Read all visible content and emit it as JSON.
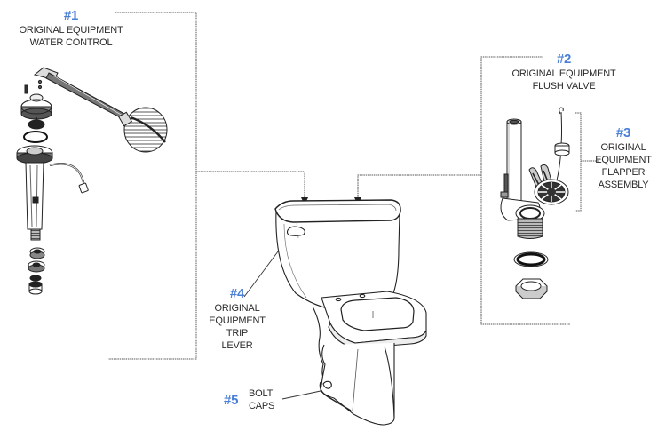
{
  "diagram": {
    "type": "exploded parts diagram",
    "subject": "toilet replacement parts",
    "accent_color": "#4a7fd6",
    "text_color": "#2b2b2b",
    "line_color": "#333333"
  },
  "callouts": [
    {
      "id": "1",
      "number": "#1",
      "lines": [
        "ORIGINAL EQUIPMENT",
        "WATER CONTROL"
      ],
      "points_to": "tank"
    },
    {
      "id": "2",
      "number": "#2",
      "lines": [
        "ORIGINAL EQUIPMENT",
        "FLUSH VALVE"
      ],
      "points_to": "tank"
    },
    {
      "id": "3",
      "number": "#3",
      "lines": [
        "ORIGINAL",
        "EQUIPMENT",
        "FLAPPER",
        "ASSEMBLY"
      ],
      "points_to": "flapper"
    },
    {
      "id": "4",
      "number": "#4",
      "lines": [
        "ORIGINAL",
        "EQUIPMENT",
        "TRIP",
        "LEVER"
      ],
      "points_to": "trip-lever"
    },
    {
      "id": "5",
      "number": "#5",
      "lines": [
        "BOLT",
        "CAPS"
      ],
      "points_to": "base-bolt"
    }
  ],
  "components": [
    "water-control-fill-valve",
    "float-ball-arm",
    "flush-valve-overflow-tube",
    "flapper",
    "spud-washer",
    "spud-nut",
    "toilet-tank",
    "trip-lever",
    "toilet-bowl",
    "bolt-cap"
  ]
}
